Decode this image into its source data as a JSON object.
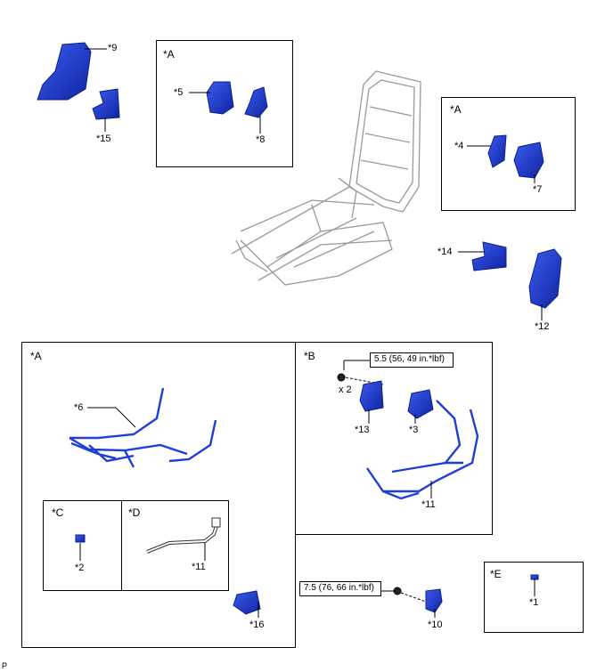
{
  "labels": {
    "p9": "*9",
    "p15": "*15",
    "p5": "*5",
    "p8": "*8",
    "p4": "*4",
    "p7": "*7",
    "p14": "*14",
    "p12": "*12",
    "p6": "*6",
    "p13": "*13",
    "p3": "*3",
    "p11a": "*11",
    "p11b": "*11",
    "p2": "*2",
    "p16": "*16",
    "p10": "*10",
    "p1": "*1"
  },
  "boxes": {
    "a_top": "*A",
    "a_right": "*A",
    "a_bottom": "*A",
    "b": "*B",
    "c": "*C",
    "d": "*D",
    "e": "*E"
  },
  "torque": {
    "t1": "5.5 (56, 49 in.*lbf)",
    "t2": "7.5 (76, 66 in.*lbf)"
  },
  "quantity": "x 2",
  "corner_mark": "P",
  "colors": {
    "part": "#1f3fd6",
    "part_dark": "#0c1f8f",
    "frame": "#9a9a9a"
  }
}
